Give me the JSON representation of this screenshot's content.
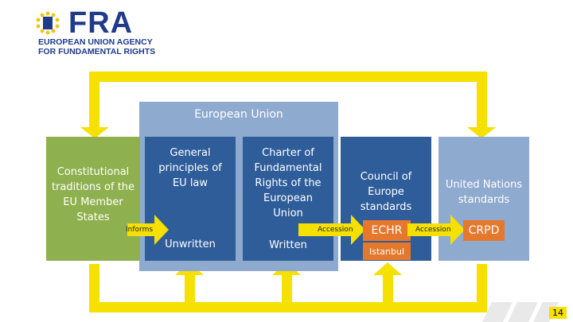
{
  "logo": {
    "wordmark": "FRA",
    "line1": "EUROPEAN UNION AGENCY",
    "line2": "FOR FUNDAMENTAL RIGHTS",
    "colors": {
      "blue": "#1f3b8a",
      "star": "#f5c400"
    }
  },
  "diagram": {
    "eu_container": {
      "label": "European Union",
      "color": "#8faacf"
    },
    "constitutional": {
      "label": "Constitutional traditions of the EU Member States",
      "color": "#8fb04e"
    },
    "general_principles": {
      "label": "General principles of EU law",
      "sublabel": "Unwritten",
      "color": "#2e5d9a"
    },
    "charter": {
      "label": "Charter of Fundamental Rights of the European Union",
      "sublabel": "Written",
      "color": "#2e5d9a"
    },
    "coe": {
      "label": "Council of Europe standards",
      "color": "#2e5d9a"
    },
    "echr": {
      "label": "ECHR",
      "color": "#e6782e"
    },
    "istanbul": {
      "label": "Istanbul",
      "color": "#e6782e"
    },
    "un": {
      "label": "United Nations standards",
      "color": "#8faacf"
    },
    "crpd": {
      "label": "CRPD",
      "color": "#e6782e"
    },
    "arrows": {
      "informs": "Informs",
      "accession_1": "Accession",
      "accession_2": "Accession",
      "color": "#f5e000"
    }
  },
  "page_number": "14"
}
